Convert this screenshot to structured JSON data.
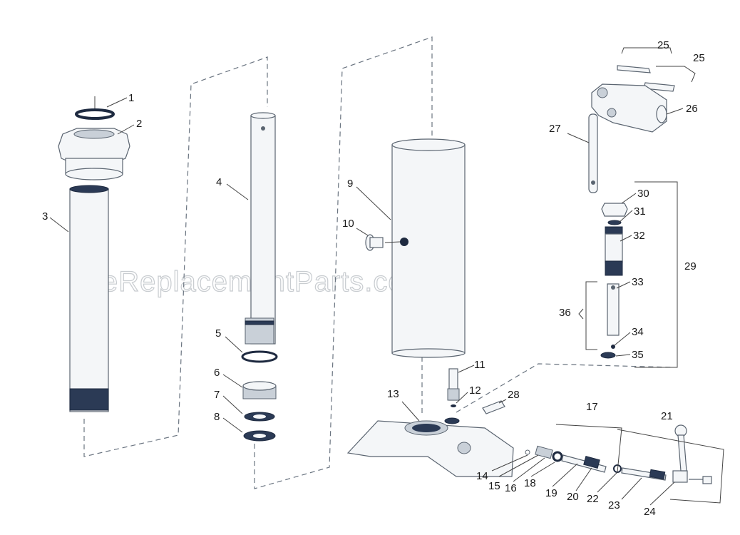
{
  "watermark": "eReplacementParts.com",
  "callouts": [
    {
      "id": "1",
      "text": "1"
    },
    {
      "id": "2",
      "text": "2"
    },
    {
      "id": "3",
      "text": "3"
    },
    {
      "id": "4",
      "text": "4"
    },
    {
      "id": "5",
      "text": "5"
    },
    {
      "id": "6",
      "text": "6"
    },
    {
      "id": "7",
      "text": "7"
    },
    {
      "id": "8",
      "text": "8"
    },
    {
      "id": "9",
      "text": "9"
    },
    {
      "id": "10",
      "text": "10"
    },
    {
      "id": "11",
      "text": "11"
    },
    {
      "id": "12",
      "text": "12"
    },
    {
      "id": "13",
      "text": "13"
    },
    {
      "id": "14",
      "text": "14"
    },
    {
      "id": "15",
      "text": "15"
    },
    {
      "id": "16",
      "text": "16"
    },
    {
      "id": "17",
      "text": "17"
    },
    {
      "id": "18",
      "text": "18"
    },
    {
      "id": "19",
      "text": "19"
    },
    {
      "id": "20",
      "text": "20"
    },
    {
      "id": "21",
      "text": "21"
    },
    {
      "id": "22",
      "text": "22"
    },
    {
      "id": "23",
      "text": "23"
    },
    {
      "id": "24",
      "text": "24"
    },
    {
      "id": "25a",
      "text": "25"
    },
    {
      "id": "25b",
      "text": "25"
    },
    {
      "id": "26",
      "text": "26"
    },
    {
      "id": "27",
      "text": "27"
    },
    {
      "id": "28",
      "text": "28"
    },
    {
      "id": "29",
      "text": "29"
    },
    {
      "id": "30",
      "text": "30"
    },
    {
      "id": "31",
      "text": "31"
    },
    {
      "id": "32",
      "text": "32"
    },
    {
      "id": "33",
      "text": "33"
    },
    {
      "id": "34",
      "text": "34"
    },
    {
      "id": "35",
      "text": "35"
    },
    {
      "id": "36",
      "text": "36"
    }
  ]
}
